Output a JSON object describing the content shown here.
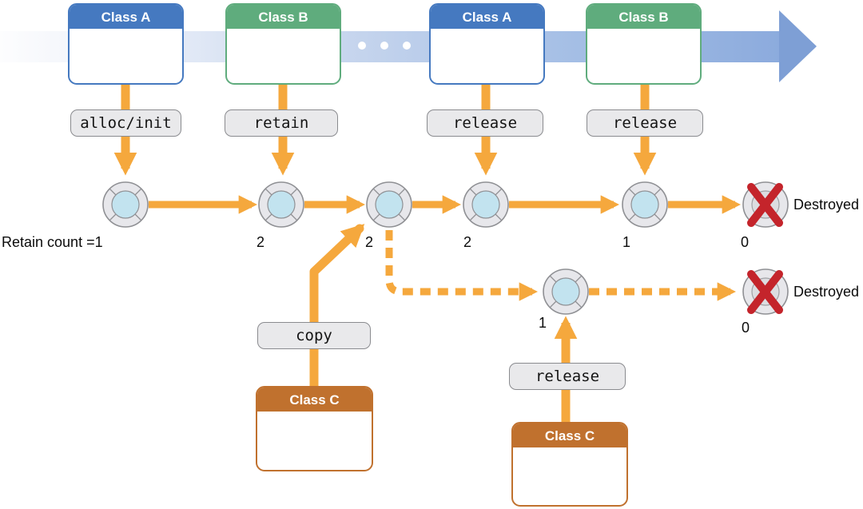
{
  "classes": [
    {
      "title": "Class A"
    },
    {
      "title": "Class B"
    },
    {
      "title": "Class A"
    },
    {
      "title": "Class B"
    },
    {
      "title": "Class C"
    },
    {
      "title": "Class C"
    }
  ],
  "methods": [
    "alloc/init",
    "retain",
    "release",
    "release",
    "copy",
    "release"
  ],
  "retain_counts": {
    "row1": [
      "Retain count =1",
      "2",
      "2",
      "2",
      "1",
      "0"
    ],
    "row2": [
      "1",
      "0"
    ]
  },
  "destroyed_labels": [
    "Destroyed",
    "Destroyed"
  ],
  "icons": {
    "timeline": "right-arrow-band",
    "object_alive": "lifebuoy-icon",
    "object_destroyed": "lifebuoy-crossed-icon"
  },
  "colors": {
    "arrow_orange": "#F5A83D",
    "class_a_header": "#4579C0",
    "class_b_header": "#5FAC7D",
    "class_c_header": "#C0712E",
    "label_bg": "#E9E9EB",
    "label_border": "#8A8B8F",
    "lifebuoy_ring": "#E7E7EB",
    "lifebuoy_center": "#C2E3EF",
    "lifebuoy_stroke": "#8F9094",
    "destroyed_x": "#C4242B",
    "timeline_arrow": "#7E9FD5"
  }
}
